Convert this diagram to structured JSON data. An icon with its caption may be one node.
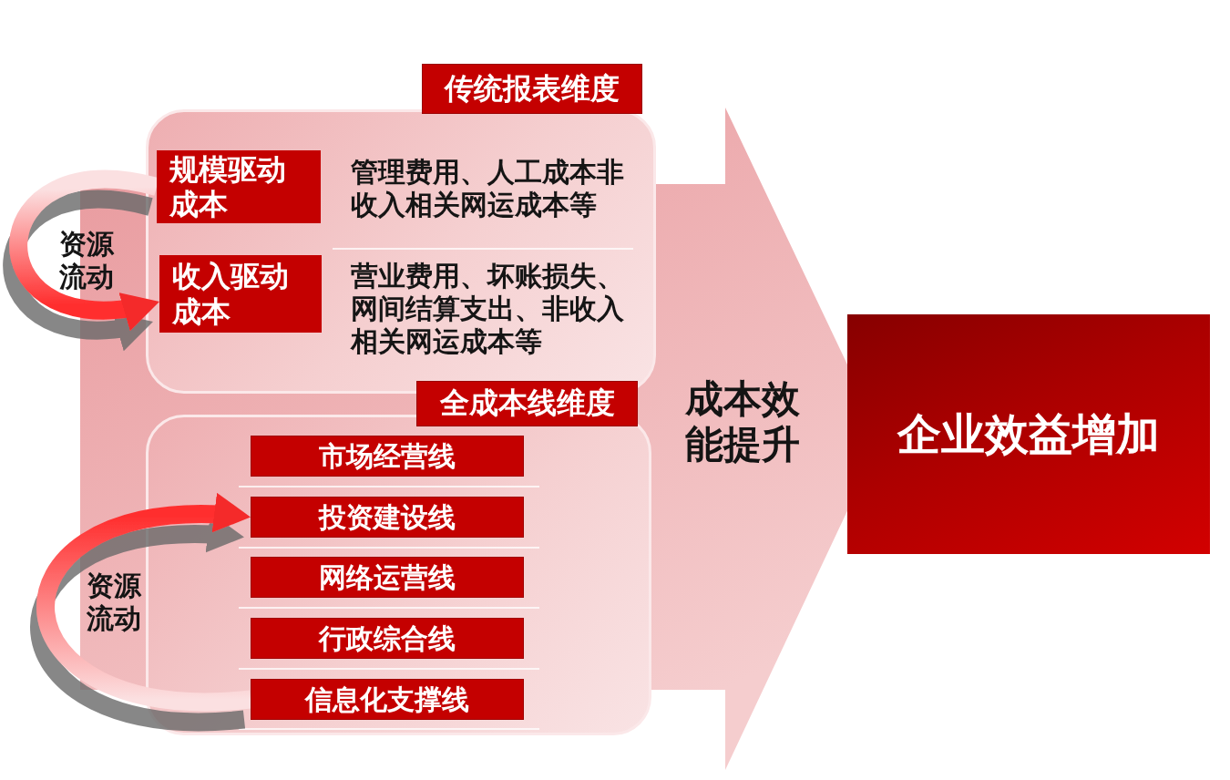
{
  "diagram": {
    "nodes": [
      {
        "text": [
          "成本效能提升"
        ]
      },
      {
        "text": [
          "传统报表维度"
        ],
        "in": 0
      },
      {
        "text": [
          "规模驱动成本"
        ],
        "in": 1
      },
      {
        "text": [
          "收入驱动成本"
        ],
        "in": 1
      },
      {
        "text": [
          "全成本线维度"
        ],
        "in": 0
      },
      {
        "text": [
          "市场经营线"
        ],
        "in": 4
      },
      {
        "text": [
          "投资建设线"
        ],
        "in": 4
      },
      {
        "text": [
          "网络运营线"
        ],
        "in": 4
      },
      {
        "text": [
          "行政综合线"
        ],
        "in": 4
      },
      {
        "text": [
          "信息化支撑线"
        ],
        "in": 4
      },
      {
        "text": [
          "企业效益增加"
        ]
      }
    ],
    "edges": [
      {
        "from": 2,
        "to": 3,
        "arrow": "to",
        "label": "资源流动"
      },
      {
        "from": 9,
        "to": 6,
        "arrow": "to",
        "label": "资源流动"
      }
    ],
    "labels": [
      "管理费用、人工成本非收入相关网运成本等",
      "营业费用、坏账损失、网间结算支出、非收入相关网运成本等"
    ]
  }
}
